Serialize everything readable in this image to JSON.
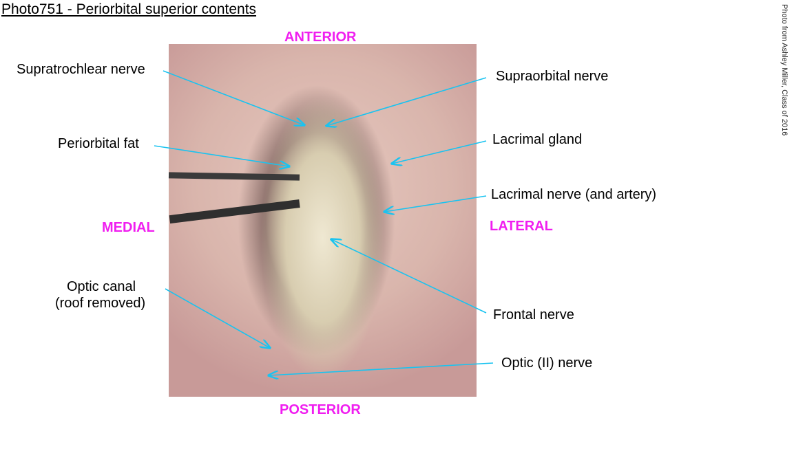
{
  "title": "Photo751 - Periorbital superior contents",
  "credit": "Photo from Ashley Miller, Class of 2016",
  "directions": {
    "anterior": "ANTERIOR",
    "posterior": "POSTERIOR",
    "medial": "MEDIAL",
    "lateral": "LATERAL"
  },
  "labels": {
    "supratrochlear": "Supratrochlear nerve",
    "supraorbital": "Supraorbital nerve",
    "periorbital_fat": "Periorbital fat",
    "lacrimal_gland": "Lacrimal gland",
    "lacrimal_nerve": "Lacrimal nerve (and artery)",
    "optic_canal_1": "Optic canal",
    "optic_canal_2": "(roof removed)",
    "frontal_nerve": "Frontal nerve",
    "optic_nerve": "Optic (II) nerve"
  },
  "colors": {
    "arrow": "#19c3f0",
    "direction": "#f01ef0"
  }
}
